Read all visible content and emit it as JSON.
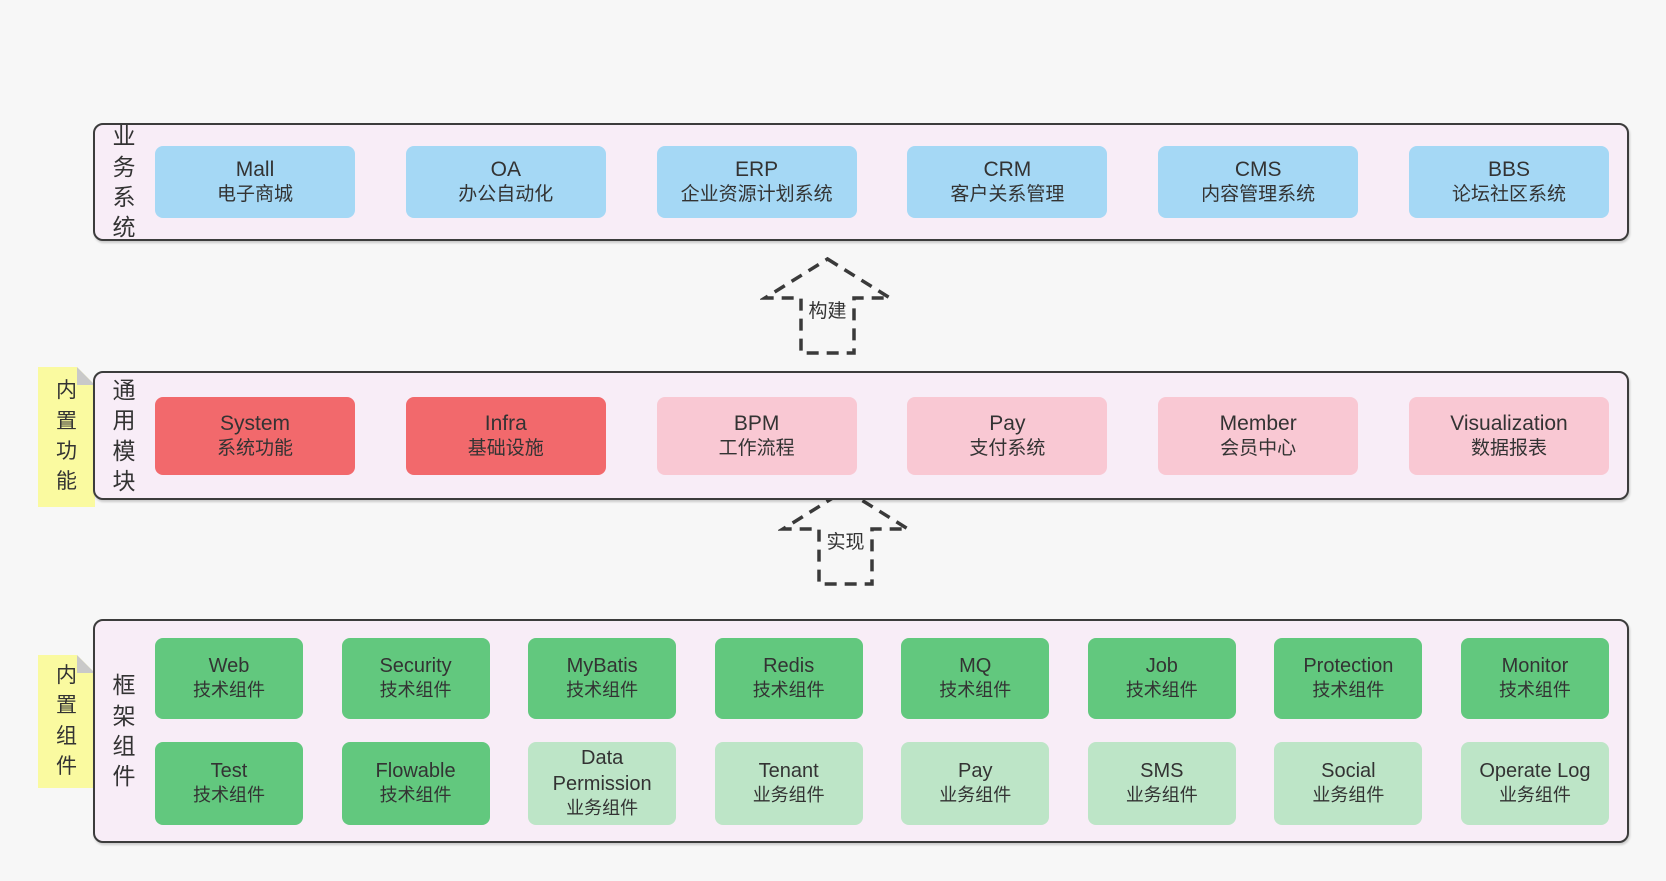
{
  "colors": {
    "page_bg": "#f7f7f7",
    "band_bg": "#f8edf7",
    "band_border": "#3c3c3c",
    "blue": "#a5d8f5",
    "red": "#f2696c",
    "pink": "#f9c8d3",
    "green": "#62c87e",
    "green_light": "#bde5c7",
    "yellow": "#fafaa0",
    "fold_gray": "#c9c9c9",
    "text": "#333333"
  },
  "diagram": {
    "arrows": [
      {
        "label": "构建"
      },
      {
        "label": "实现"
      }
    ],
    "layers": [
      {
        "label": "业务系统",
        "boxes": [
          {
            "name": "Mall",
            "desc": "电子商城",
            "style": "blue"
          },
          {
            "name": "OA",
            "desc": "办公自动化",
            "style": "blue"
          },
          {
            "name": "ERP",
            "desc": "企业资源计划系统",
            "style": "blue"
          },
          {
            "name": "CRM",
            "desc": "客户关系管理",
            "style": "blue"
          },
          {
            "name": "CMS",
            "desc": "内容管理系统",
            "style": "blue"
          },
          {
            "name": "BBS",
            "desc": "论坛社区系统",
            "style": "blue"
          }
        ]
      },
      {
        "label": "通用模块",
        "note": "内置功能",
        "boxes": [
          {
            "name": "System",
            "desc": "系统功能",
            "style": "red"
          },
          {
            "name": "Infra",
            "desc": "基础设施",
            "style": "red"
          },
          {
            "name": "BPM",
            "desc": "工作流程",
            "style": "pink"
          },
          {
            "name": "Pay",
            "desc": "支付系统",
            "style": "pink"
          },
          {
            "name": "Member",
            "desc": "会员中心",
            "style": "pink"
          },
          {
            "name": "Visualization",
            "desc": "数据报表",
            "style": "pink"
          }
        ]
      },
      {
        "label": "框架组件",
        "note": "内置组件",
        "rows": [
          [
            {
              "name": "Web",
              "desc": "技术组件",
              "style": "green"
            },
            {
              "name": "Security",
              "desc": "技术组件",
              "style": "green"
            },
            {
              "name": "MyBatis",
              "desc": "技术组件",
              "style": "green"
            },
            {
              "name": "Redis",
              "desc": "技术组件",
              "style": "green"
            },
            {
              "name": "MQ",
              "desc": "技术组件",
              "style": "green"
            },
            {
              "name": "Job",
              "desc": "技术组件",
              "style": "green"
            },
            {
              "name": "Protection",
              "desc": "技术组件",
              "style": "green"
            },
            {
              "name": "Monitor",
              "desc": "技术组件",
              "style": "green"
            }
          ],
          [
            {
              "name": "Test",
              "desc": "技术组件",
              "style": "green"
            },
            {
              "name": "Flowable",
              "desc": "技术组件",
              "style": "green"
            },
            {
              "name": "Data Permission",
              "desc": "业务组件",
              "style": "green-light"
            },
            {
              "name": "Tenant",
              "desc": "业务组件",
              "style": "green-light"
            },
            {
              "name": "Pay",
              "desc": "业务组件",
              "style": "green-light"
            },
            {
              "name": "SMS",
              "desc": "业务组件",
              "style": "green-light"
            },
            {
              "name": "Social",
              "desc": "业务组件",
              "style": "green-light"
            },
            {
              "name": "Operate Log",
              "desc": "业务组件",
              "style": "green-light"
            }
          ]
        ]
      }
    ]
  }
}
